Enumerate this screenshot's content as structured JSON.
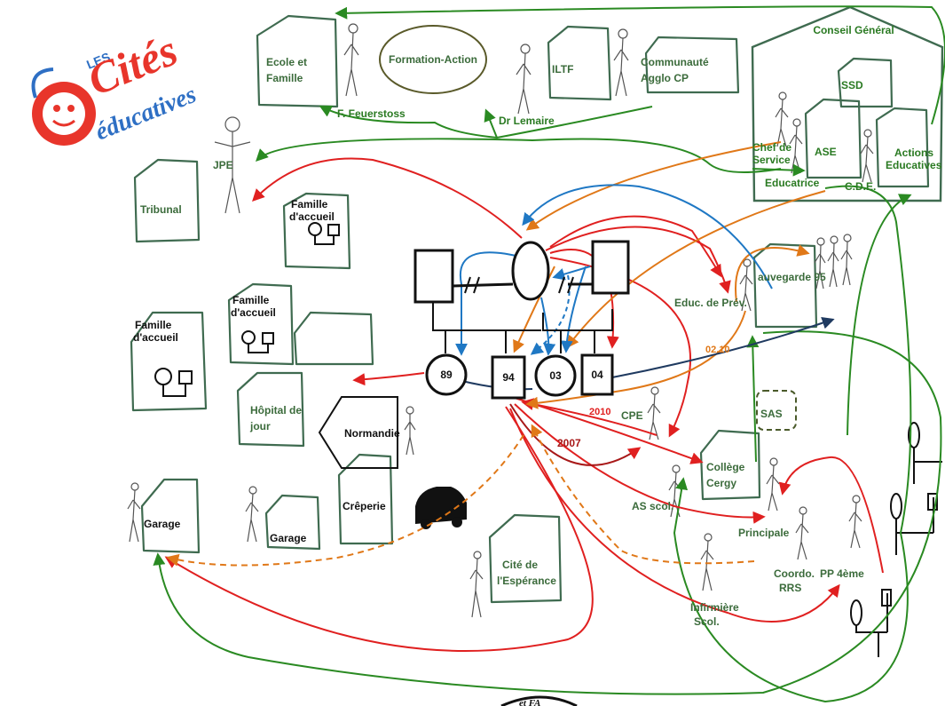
{
  "logo": {
    "line1": "LES",
    "line2": "Cités",
    "line3": "éducatives"
  },
  "conseil": {
    "title": "Conseil Général",
    "ssd": "SSD",
    "ase": "ASE",
    "actions": "Actions",
    "actions2": "Educatives",
    "chef": "Chef de",
    "chef2": "Service",
    "educatrice": "Educatrice",
    "cde": "C.D.E."
  },
  "top": {
    "ecole1": "Ecole et",
    "ecole2": "Famille",
    "formation": "Formation-Action",
    "iltf": "ILTF",
    "communaute1": "Communauté",
    "communaute2": "Agglo  CP",
    "feuerstoss": "F. Feuerstoss",
    "lemaire": "Dr Lemaire"
  },
  "left": {
    "jpe": "JPE",
    "tribunal": "Tribunal",
    "famille": "Famille",
    "accueil": "d'accueil",
    "hopital1": "Hôpital de",
    "hopital2": "jour",
    "normandie": "Normandie",
    "garage": "Garage",
    "creperie": "Crêperie",
    "cite1": "Cité de",
    "cite2": "l'Espérance"
  },
  "family": {
    "c89": "89",
    "c94": "94",
    "c03": "03",
    "c04": "04",
    "y2010": "2010",
    "y2007": "2007",
    "y0210": "02.10"
  },
  "right": {
    "educprev": "Educ. de Prév.",
    "sauvegarde": "auvegarde 95",
    "cpe": "CPE",
    "sas": "SAS",
    "college1": "Collège",
    "college2": "Cergy",
    "asscol": "AS scol.",
    "principale": "Principale",
    "coordo1": "Coordo.",
    "coordo2": "RRS",
    "pp": "PP 4ème",
    "infirmiere1": "Infirmière",
    "infirmiere2": "Scol."
  },
  "colors": {
    "green": "#2a8a22",
    "red": "#e02020",
    "orange": "#e07818",
    "blue": "#1f78c4",
    "navy": "#1f3a60",
    "house": "#3f6b50"
  },
  "watermark": "et FA"
}
